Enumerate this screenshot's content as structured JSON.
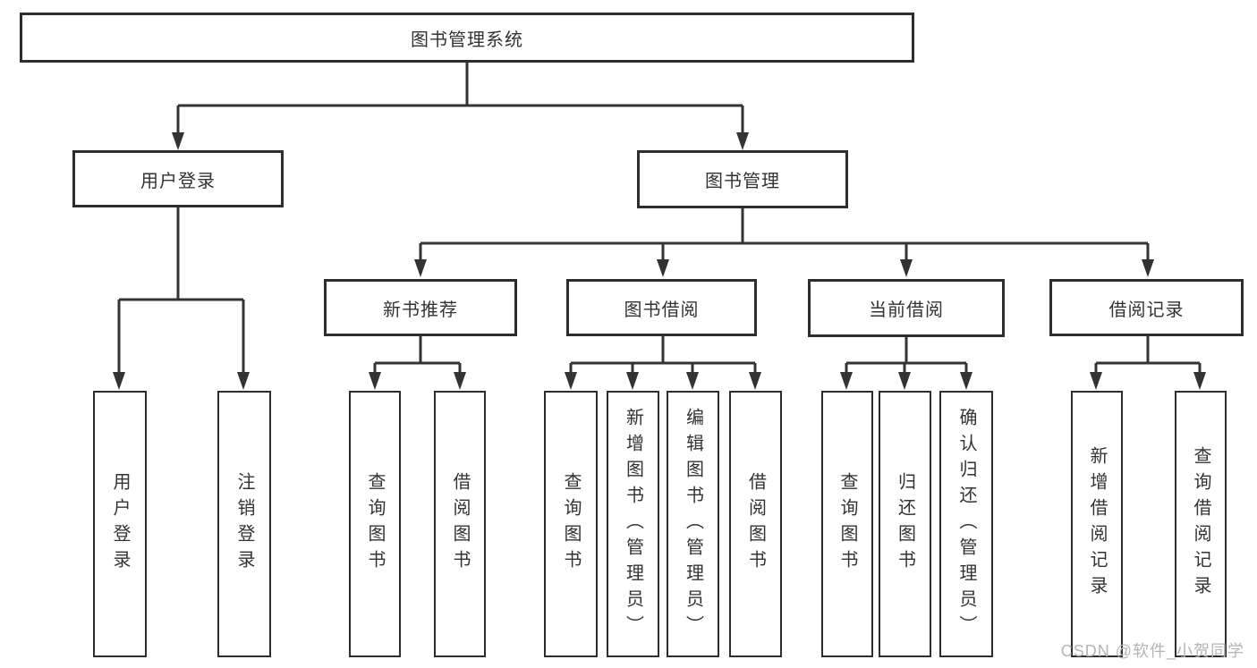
{
  "diagram": {
    "title": "图书管理系统",
    "type": "hierarchy-flowchart",
    "colors": {
      "line": "#333333",
      "box_border": "#2d2d2d",
      "text": "#333333",
      "background": "#ffffff",
      "watermark": "#b4b4b8"
    },
    "watermark": {
      "text": "CSDN @软件_小贺同学"
    },
    "tree": {
      "label": "图书管理系统",
      "children": [
        {
          "label": "用户登录",
          "children": [
            {
              "label": "用户登录"
            },
            {
              "label": "注销登录"
            }
          ]
        },
        {
          "label": "图书管理",
          "children": [
            {
              "label": "新书推荐",
              "children": [
                {
                  "label": "查询图书"
                },
                {
                  "label": "借阅图书"
                }
              ]
            },
            {
              "label": "图书借阅",
              "children": [
                {
                  "label": "查询图书"
                },
                {
                  "label": "新增图书（管理员）"
                },
                {
                  "label": "编辑图书（管理员）"
                },
                {
                  "label": "借阅图书"
                }
              ]
            },
            {
              "label": "当前借阅",
              "children": [
                {
                  "label": "查询图书"
                },
                {
                  "label": "归还图书"
                },
                {
                  "label": "确认归还（管理员）"
                }
              ]
            },
            {
              "label": "借阅记录",
              "children": [
                {
                  "label": "新增借阅记录"
                },
                {
                  "label": "查询借阅记录"
                }
              ]
            }
          ]
        }
      ]
    }
  }
}
